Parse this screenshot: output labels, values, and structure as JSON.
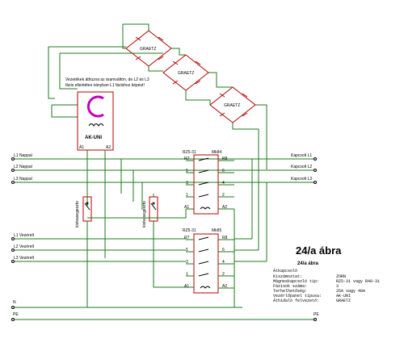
{
  "bridges": [
    {
      "label": "GRAETZ"
    },
    {
      "label": "GRAETZ"
    },
    {
      "label": "GRAETZ"
    }
  ],
  "note": {
    "lines": [
      "Vezetékek áthúzva az áramváltón, de L2 és L3",
      "fázis ellentétes irányban L1 fázishoz képest!"
    ]
  },
  "relay": {
    "name": "AK-UNI"
  },
  "lines": {
    "l1_nappal": "L1 Nappal",
    "l2_nappal": "L2 Nappal",
    "l3_nappal": "L3 Nappal",
    "l1_vezerelt": "L1 Vezérelt",
    "l2_vezerelt": "L2 Vezérelt",
    "l3_vezerelt": "L3 Vezérelt",
    "n": "N",
    "pe_left": "PE",
    "pe_right": "PE"
  },
  "outputs": {
    "l1": "Kapcsolt L1",
    "l2": "Kapcsolt L2",
    "l3": "Kapcsolt L3"
  },
  "switches": {
    "left": {
      "label": "kiolvasegeszto"
    },
    "right": {
      "label": "kiolvasegeszto"
    }
  },
  "contactors": [
    {
      "title": "RZ5-31",
      "sub": "Mk84"
    },
    {
      "title": "RZ5-31",
      "sub": "Mk85"
    }
  ],
  "contactor_terminals": {
    "left": [
      "R7",
      "5",
      "3",
      "1",
      "A1"
    ],
    "right": [
      "R8",
      "6",
      "4",
      "2",
      "A2"
    ]
  },
  "figure": {
    "title": "24/a ábra",
    "subtitle": "24/a ábra"
  },
  "spec": {
    "heading": "Átkapcsoló",
    "rows": [
      {
        "key": "Kiszámoztat:",
        "value": "ZORN"
      },
      {
        "key": "Mágneskapcsoló típ:",
        "value": "RZ5-31 vagy R40-31"
      },
      {
        "key": "Fázisok száma:",
        "value": "3"
      },
      {
        "key": "Terhelhetőség:",
        "value": "25A vagy 40A"
      },
      {
        "key": "Vezérlőpanel típusa:",
        "value": "AK-UNI"
      },
      {
        "key": "Áthidaló felvezető:",
        "value": "GRAETZ"
      }
    ]
  },
  "colors": {
    "wire": "#1c7a1c",
    "component": "#b40000",
    "logo": "#c000c0"
  }
}
